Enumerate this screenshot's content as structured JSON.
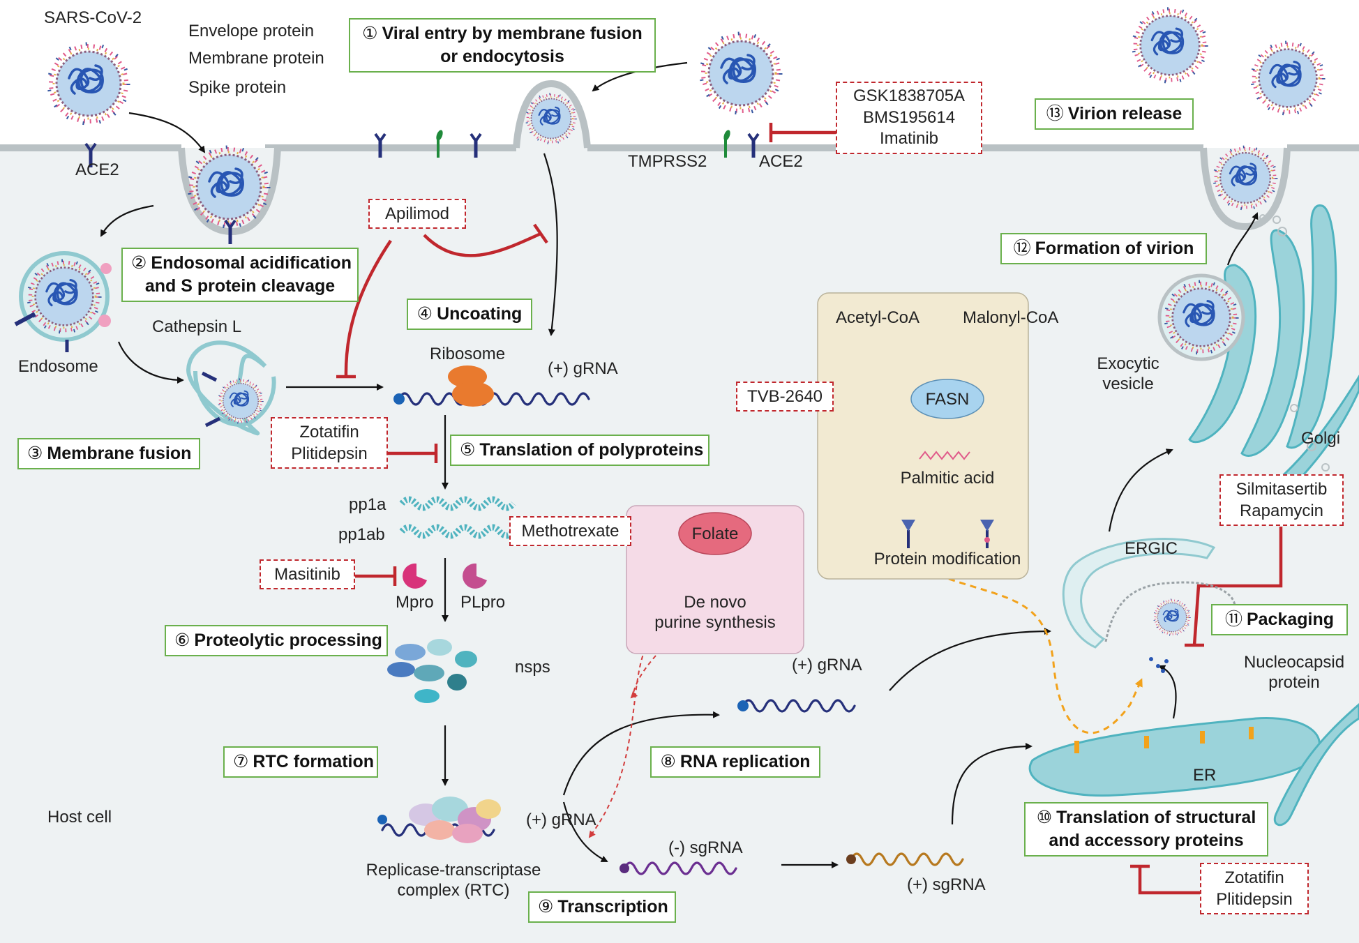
{
  "virus_labels": {
    "virus": "SARS-CoV-2",
    "envelope": "Envelope protein",
    "membrane": "Membrane protein",
    "spike": "Spike protein",
    "ace2_left": "ACE2",
    "tmprss2": "TMPRSS2",
    "ace2_right": "ACE2",
    "cathepsin": "Cathepsin L",
    "endosome": "Endosome"
  },
  "steps": {
    "s1": {
      "num": "①",
      "text": "Viral entry by membrane fusion",
      "text2": "or endocytosis"
    },
    "s2": {
      "num": "②",
      "text": "Endosomal acidification",
      "text2": "and S protein cleavage"
    },
    "s3": {
      "num": "③",
      "text": "Membrane fusion"
    },
    "s4": {
      "num": "④",
      "text": "Uncoating"
    },
    "s5": {
      "num": "⑤",
      "text": "Translation of polyproteins"
    },
    "s6": {
      "num": "⑥",
      "text": "Proteolytic processing"
    },
    "s7": {
      "num": "⑦",
      "text": "RTC formation"
    },
    "s8": {
      "num": "⑧",
      "text": "RNA replication"
    },
    "s9": {
      "num": "⑨",
      "text": "Transcription"
    },
    "s10": {
      "num": "⑩",
      "text": "Translation of structural",
      "text2": "and accessory proteins"
    },
    "s11": {
      "num": "⑪",
      "text": "Packaging"
    },
    "s12": {
      "num": "⑫",
      "text": "Formation of virion"
    },
    "s13": {
      "num": "⑬",
      "text": "Virion release"
    }
  },
  "drugs": {
    "entry": [
      "GSK1838705A",
      "BMS195614",
      "Imatinib"
    ],
    "apilimod": "Apilimod",
    "translation": [
      "Zotatifin",
      "Plitidepsin"
    ],
    "methotrexate": "Methotrexate",
    "masitinib": "Masitinib",
    "tvb": "TVB-2640",
    "packaging": [
      "Silmitasertib",
      "Rapamycin"
    ],
    "translation2": [
      "Zotatifin",
      "Plitidepsin"
    ]
  },
  "molecules": {
    "ribosome": "Ribosome",
    "grna1": "(+) gRNA",
    "pp1a": "pp1a",
    "pp1ab": "pp1ab",
    "mpro": "Mpro",
    "plpro": "PLpro",
    "nsps": "nsps",
    "rtc1": "Replicase-transcriptase",
    "rtc2": "complex (RTC)",
    "grna_rtc": "(+) gRNA",
    "grna_rep": "(+) gRNA",
    "sgrna_neg": "(-) sgRNA",
    "sgrna_pos": "(+) sgRNA",
    "host": "Host cell",
    "folate": "Folate",
    "purine1": "De novo",
    "purine2": "purine synthesis",
    "acetyl": "Acetyl-CoA",
    "malonyl": "Malonyl-CoA",
    "fasn": "FASN",
    "palmitic": "Palmitic acid",
    "protmod": "Protein modification",
    "exo1": "Exocytic",
    "exo2": "vesicle",
    "golgi": "Golgi",
    "ergic": "ERGIC",
    "er": "ER",
    "nucleo1": "Nucleocapsid",
    "nucleo2": "protein"
  },
  "colors": {
    "step_border": "#6ab04c",
    "drug_border": "#c0272d",
    "inhibit": "#c0272d",
    "cell": "#eef2f3",
    "membrane": "#b9c1c4",
    "virus_fill": "#bcd6ee",
    "rna": "#25307a",
    "golgi": "#4fb3bf",
    "folate_box": "#f5dbe7",
    "fasn_box": "#f2ead2"
  }
}
